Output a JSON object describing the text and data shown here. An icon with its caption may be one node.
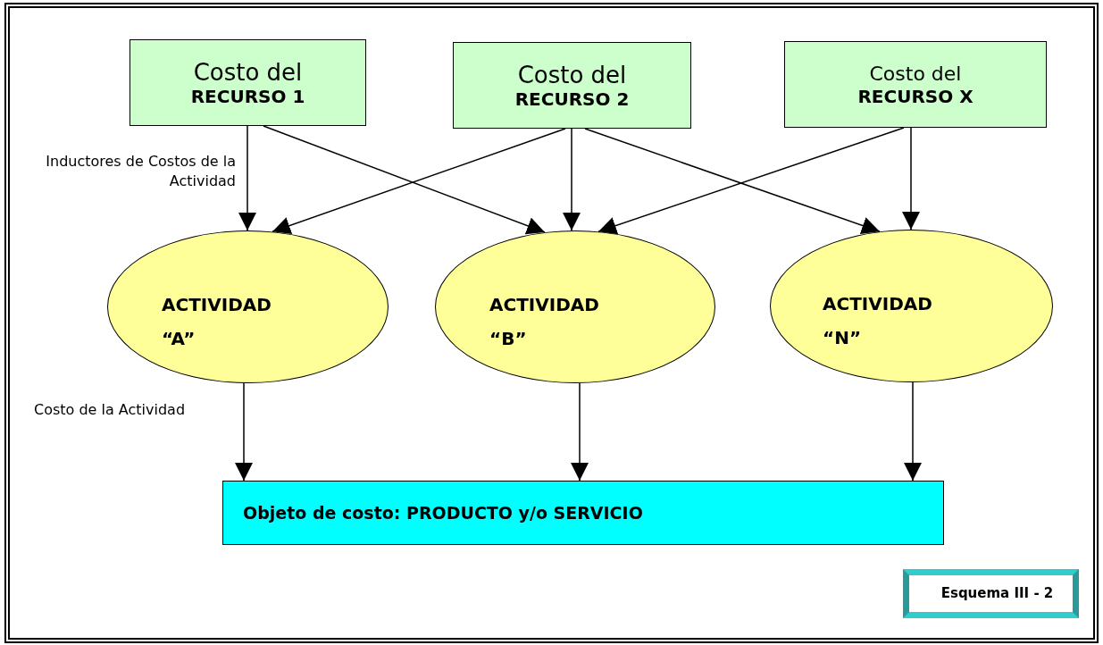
{
  "diagram": {
    "nodes": [
      {
        "text": [
          "Costo del",
          "RECURSO 1"
        ]
      },
      {
        "text": [
          "Costo del",
          "RECURSO 2"
        ]
      },
      {
        "text": [
          "Costo del",
          "RECURSO  X"
        ]
      },
      {
        "text": [
          "ACTIVIDAD",
          "“A”"
        ]
      },
      {
        "text": [
          "ACTIVIDAD",
          "“B”"
        ]
      },
      {
        "text": [
          "ACTIVIDAD",
          "“N”"
        ]
      },
      {
        "text": [
          "Objeto de costo: PRODUCTO y/o SERVICIO"
        ]
      },
      {
        "text": [
          "Esquema III - 2"
        ]
      }
    ],
    "edges": [
      {
        "from": 0,
        "to": 3,
        "arrow": "to"
      },
      {
        "from": 0,
        "to": 4,
        "arrow": "to"
      },
      {
        "from": 1,
        "to": 3,
        "arrow": "to"
      },
      {
        "from": 1,
        "to": 4,
        "arrow": "to"
      },
      {
        "from": 1,
        "to": 5,
        "arrow": "to"
      },
      {
        "from": 2,
        "to": 4,
        "arrow": "to"
      },
      {
        "from": 2,
        "to": 5,
        "arrow": "to"
      },
      {
        "from": 3,
        "to": 6,
        "arrow": "to"
      },
      {
        "from": 4,
        "to": 6,
        "arrow": "to"
      },
      {
        "from": 5,
        "to": 6,
        "arrow": "to"
      }
    ],
    "labels": [
      "Inductores de Costos de la Actividad",
      "Costo de la Actividad"
    ]
  }
}
